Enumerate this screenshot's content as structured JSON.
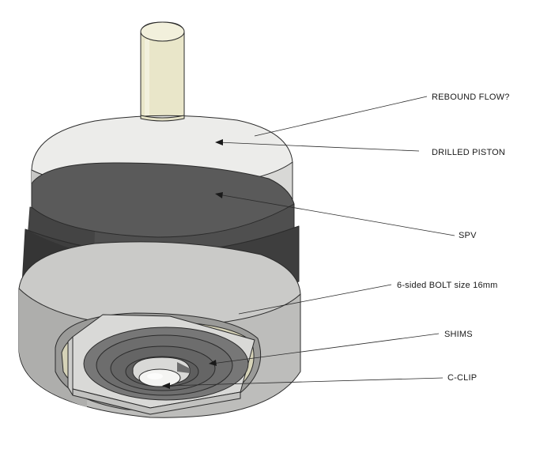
{
  "callouts": {
    "rebound_flow": "REBOUND FLOW?",
    "drilled_piston": "DRILLED PISTON",
    "spv": "SPV",
    "bolt": "6-sided BOLT size 16mm",
    "shims": "SHIMS",
    "c_clip": "C-CLIP"
  },
  "colors": {
    "rod": "#e9e6c9",
    "piston_light": "#e8e8e6",
    "piston_mid": "#d2d2d0",
    "band_dark": "#4e4e4e",
    "band_darker": "#3c3c3c",
    "washer_tan": "#cfccb0",
    "body_gray": "#bdbdbb",
    "body_side": "#a9a9a7",
    "bolt": "#d9d9d7",
    "shim_dark": "#6a6a6a",
    "leader_line": "#2a2a2a"
  }
}
